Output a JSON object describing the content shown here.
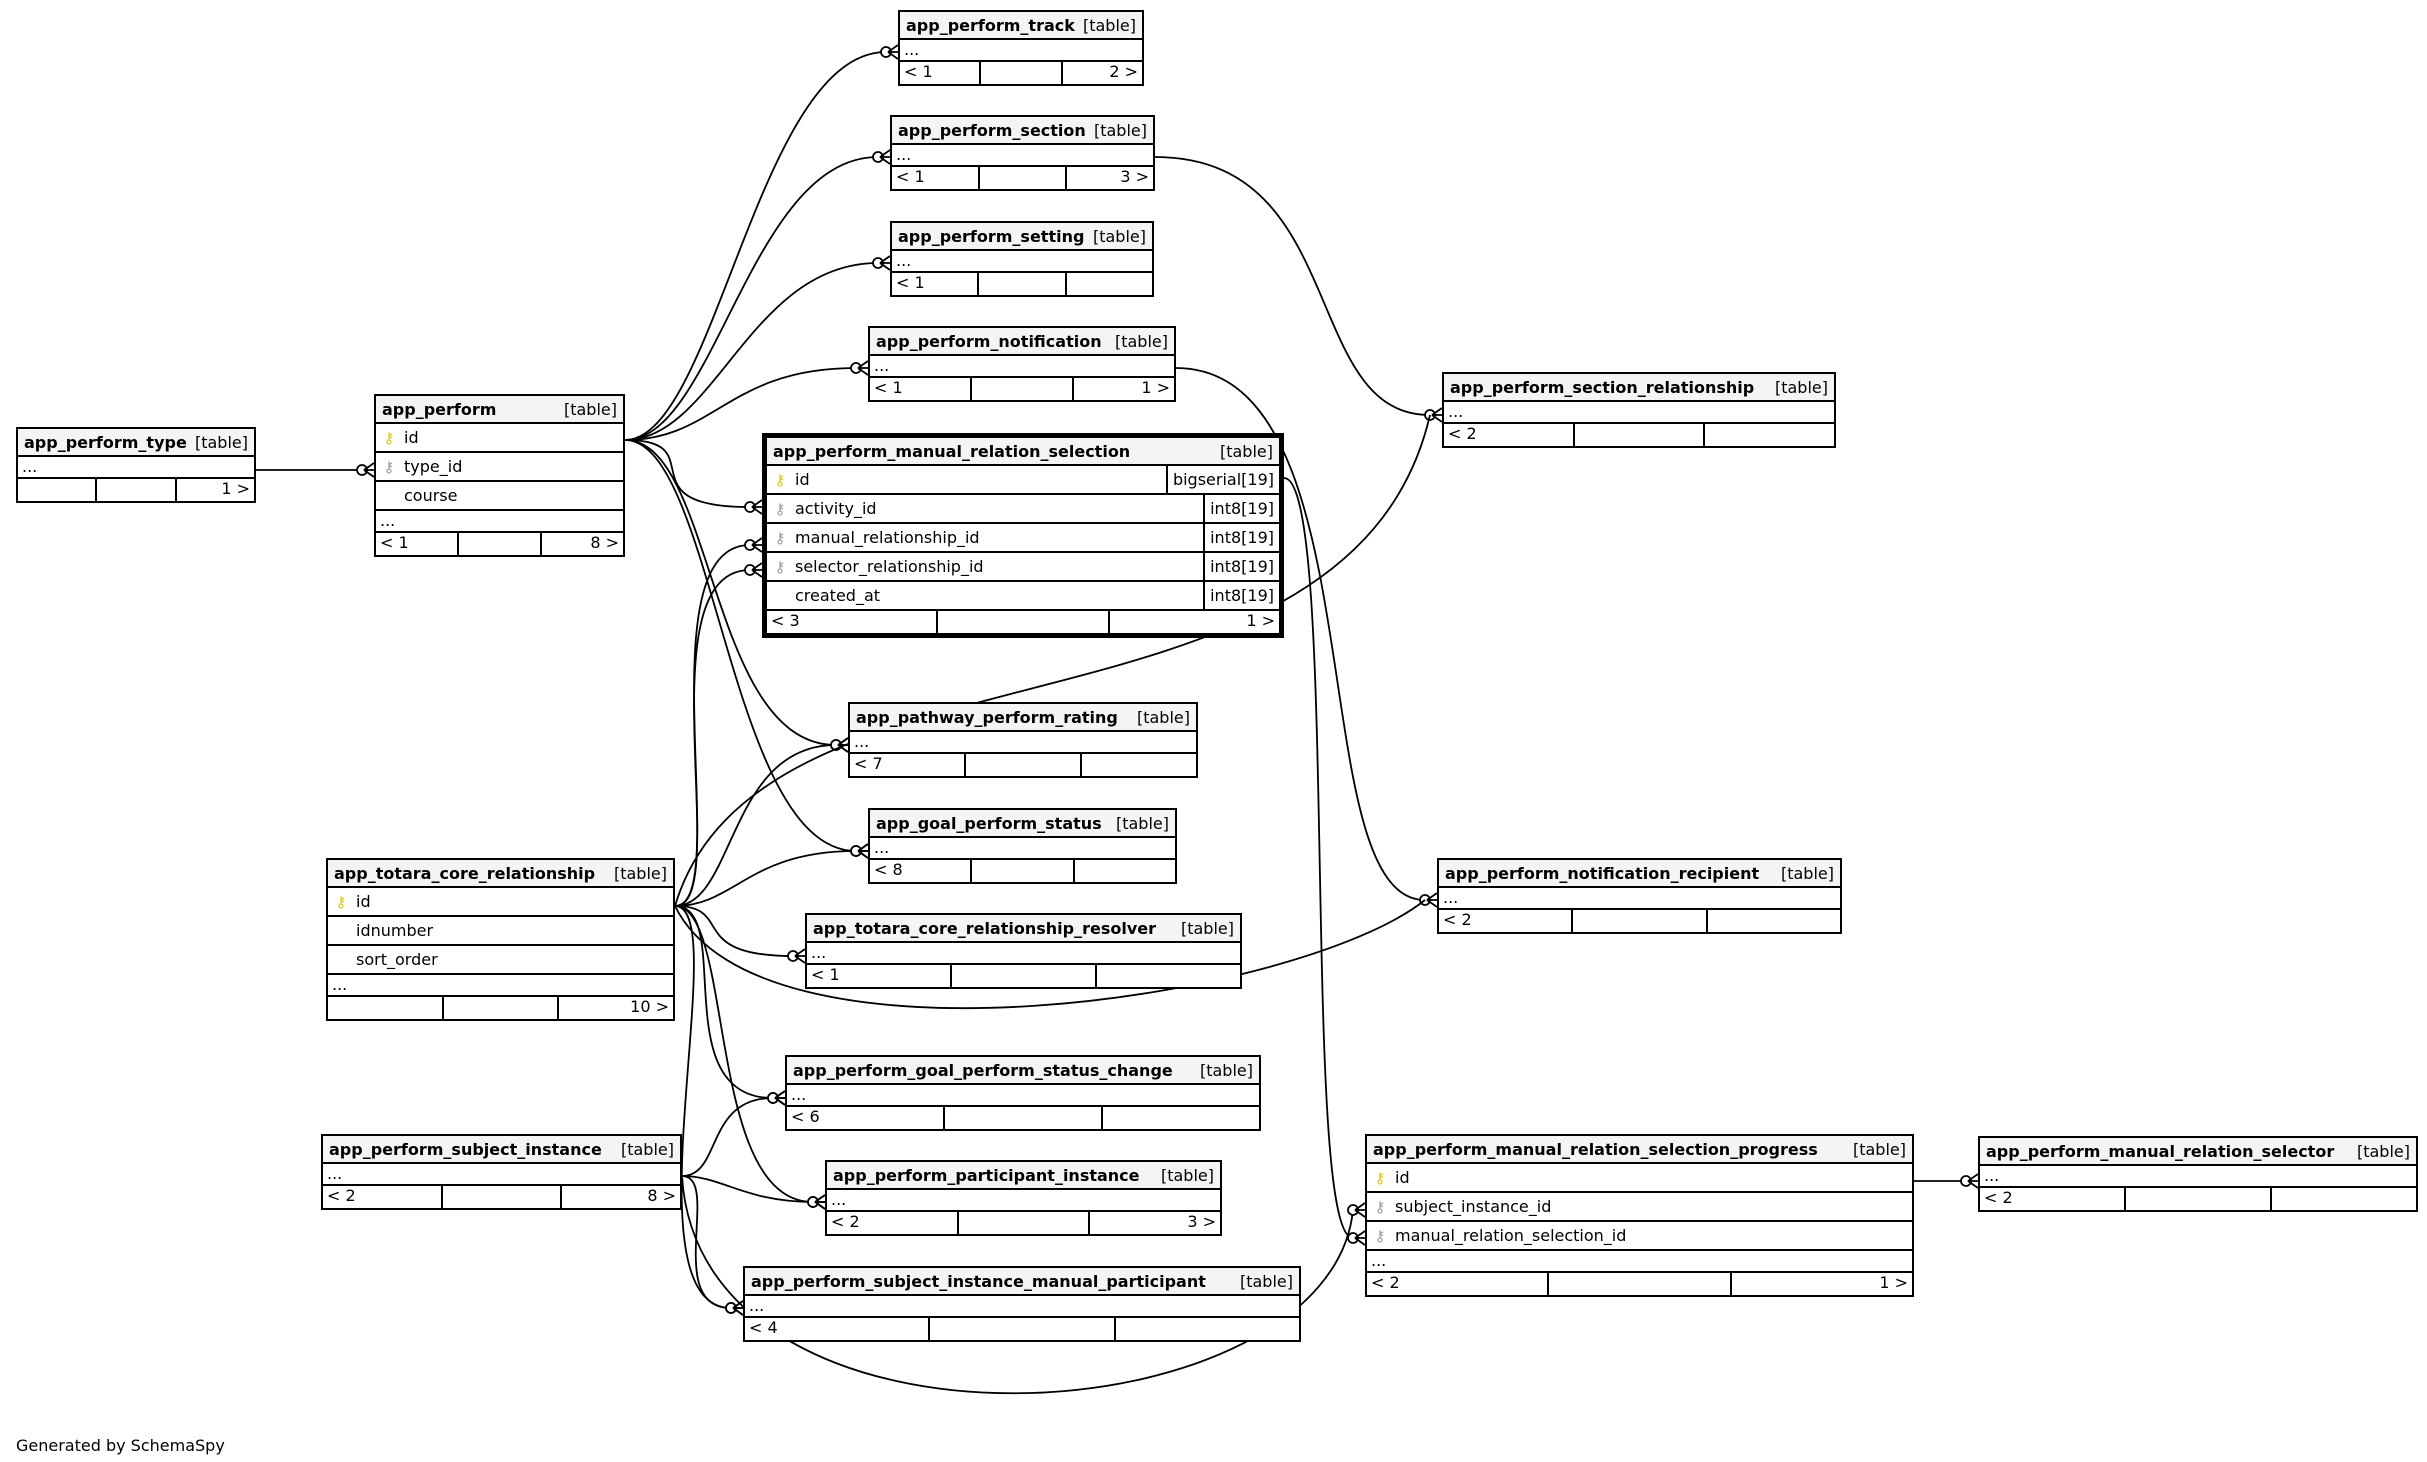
{
  "credit": "Generated by SchemaSpy",
  "tag": "[table]",
  "tables": {
    "track": {
      "name": "app_perform_track",
      "footer": [
        "< 1",
        "",
        "2 >"
      ]
    },
    "section": {
      "name": "app_perform_section",
      "footer": [
        "< 1",
        "",
        "3 >"
      ]
    },
    "setting": {
      "name": "app_perform_setting",
      "footer": [
        "< 1",
        "",
        ""
      ]
    },
    "notification": {
      "name": "app_perform_notification",
      "footer": [
        "< 1",
        "",
        "1 >"
      ]
    },
    "section_rel": {
      "name": "app_perform_section_relationship",
      "footer": [
        "< 2",
        "",
        ""
      ]
    },
    "perform_type": {
      "name": "app_perform_type",
      "footer": [
        "",
        "",
        "1 >"
      ]
    },
    "perform": {
      "name": "app_perform",
      "columns": [
        {
          "key": "pk",
          "name": "id"
        },
        {
          "key": "fk",
          "name": "type_id"
        },
        {
          "key": "",
          "name": "course"
        }
      ],
      "footer": [
        "< 1",
        "",
        "8 >"
      ]
    },
    "mrs": {
      "name": "app_perform_manual_relation_selection",
      "columns": [
        {
          "key": "pk",
          "name": "id",
          "type": "bigserial[19]"
        },
        {
          "key": "fk",
          "name": "activity_id",
          "type": "int8[19]"
        },
        {
          "key": "fk",
          "name": "manual_relationship_id",
          "type": "int8[19]"
        },
        {
          "key": "fk",
          "name": "selector_relationship_id",
          "type": "int8[19]"
        },
        {
          "key": "",
          "name": "created_at",
          "type": "int8[19]"
        }
      ],
      "footer": [
        "< 3",
        "",
        "1 >"
      ]
    },
    "pathway_rating": {
      "name": "app_pathway_perform_rating",
      "footer": [
        "< 7",
        "",
        ""
      ]
    },
    "goal_status": {
      "name": "app_goal_perform_status",
      "footer": [
        "< 8",
        "",
        ""
      ]
    },
    "core_rel": {
      "name": "app_totara_core_relationship",
      "columns": [
        {
          "key": "pk",
          "name": "id"
        },
        {
          "key": "",
          "name": "idnumber"
        },
        {
          "key": "",
          "name": "sort_order"
        }
      ],
      "footer": [
        "",
        "",
        "10 >"
      ]
    },
    "core_resolver": {
      "name": "app_totara_core_relationship_resolver",
      "footer": [
        "< 1",
        "",
        ""
      ]
    },
    "notif_recipient": {
      "name": "app_perform_notification_recipient",
      "footer": [
        "< 2",
        "",
        ""
      ]
    },
    "goal_change": {
      "name": "app_perform_goal_perform_status_change",
      "footer": [
        "< 6",
        "",
        ""
      ]
    },
    "subject_instance": {
      "name": "app_perform_subject_instance",
      "footer": [
        "< 2",
        "",
        "8 >"
      ]
    },
    "participant": {
      "name": "app_perform_participant_instance",
      "footer": [
        "< 2",
        "",
        "3 >"
      ]
    },
    "mrs_progress": {
      "name": "app_perform_manual_relation_selection_progress",
      "columns": [
        {
          "key": "pk",
          "name": "id"
        },
        {
          "key": "fk",
          "name": "subject_instance_id"
        },
        {
          "key": "fk",
          "name": "manual_relation_selection_id"
        }
      ],
      "footer": [
        "< 2",
        "",
        "1 >"
      ]
    },
    "mr_selector": {
      "name": "app_perform_manual_relation_selector",
      "footer": [
        "< 2",
        "",
        ""
      ]
    },
    "sim_participant": {
      "name": "app_perform_subject_instance_manual_participant",
      "footer": [
        "< 4",
        "",
        ""
      ]
    }
  }
}
